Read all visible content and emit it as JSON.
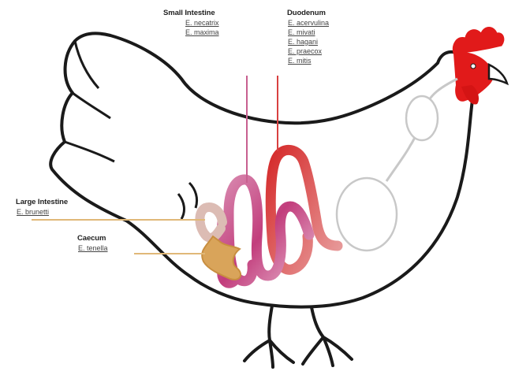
{
  "labels": {
    "small_intestine": {
      "title": "Small Intestine",
      "species": [
        "E. necatrix",
        "E. maxima"
      ]
    },
    "duodenum": {
      "title": "Duodenum",
      "species": [
        "E. acervulina",
        "E. mivati",
        "E. hagani",
        "E. praecox",
        "E. mitis"
      ]
    },
    "large_intestine": {
      "title": "Large Intestine",
      "species": [
        "E. brunetti"
      ]
    },
    "caecum": {
      "title": "Caecum",
      "species": [
        "E. tenella"
      ]
    }
  },
  "colors": {
    "outline": "#1a1a1a",
    "comb": "#e11a1a",
    "duodenum": "#d8292a",
    "small_intestine": "#c0407a",
    "large_intestine": "#dcbcb4",
    "caecum": "#d9a45a",
    "leader_small": "#c86090",
    "leader_duod": "#d84040",
    "leader_large": "#e0b878"
  }
}
